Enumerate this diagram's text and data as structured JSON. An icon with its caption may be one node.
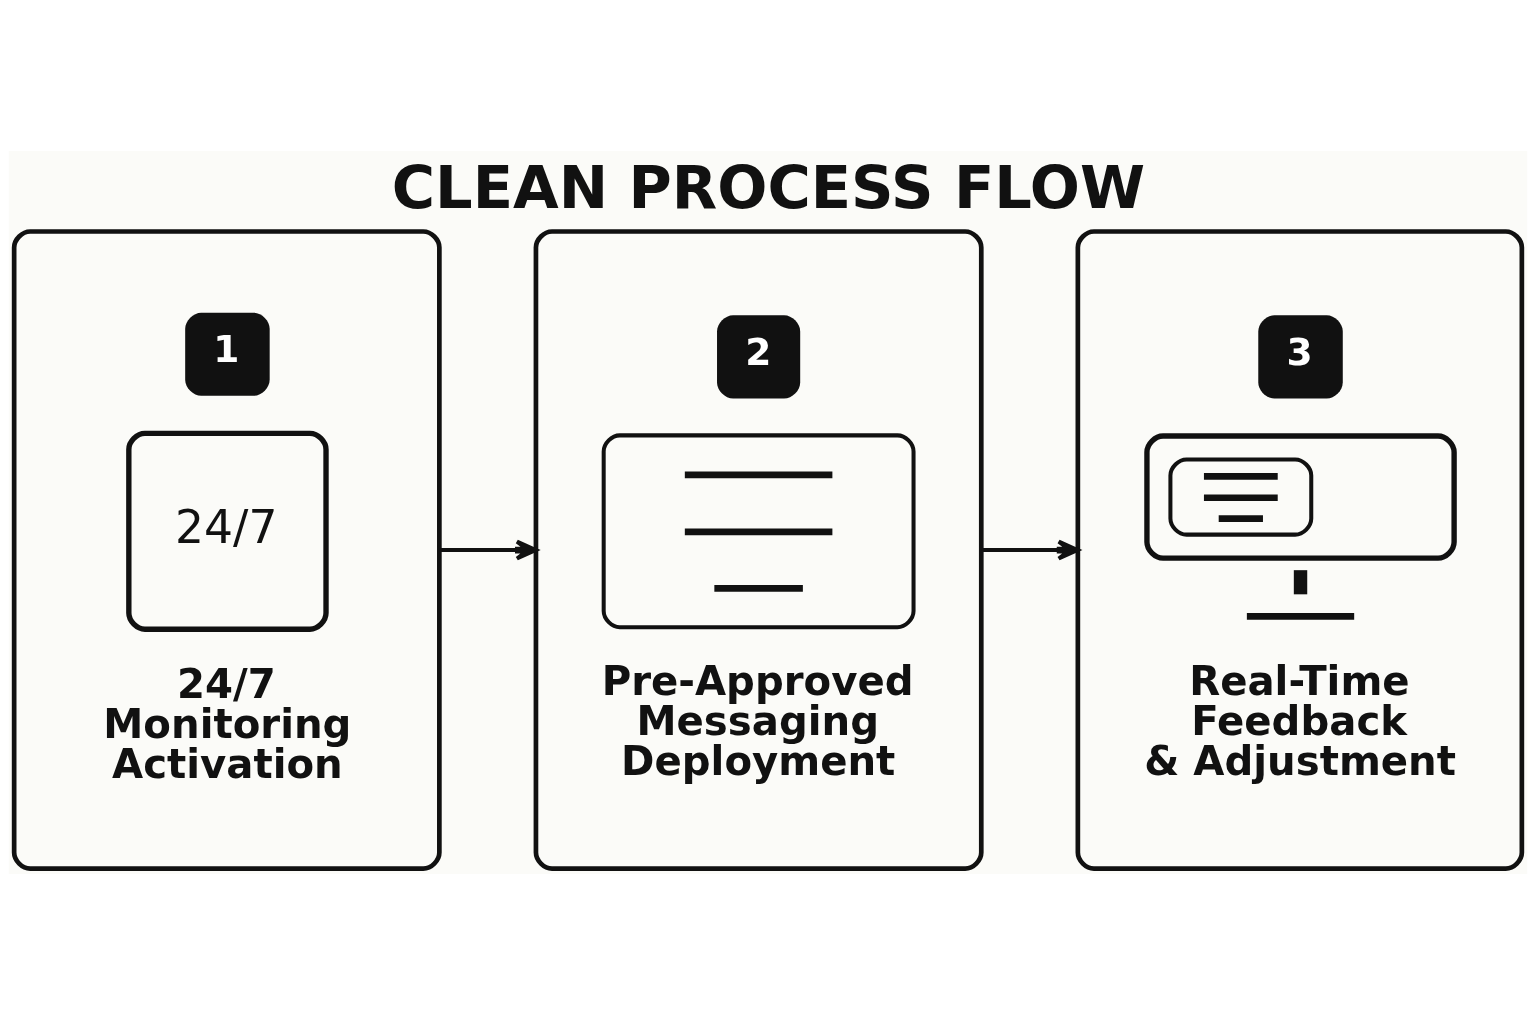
{
  "diagram": {
    "title": "CLEAN PROCESS FLOW",
    "nodes": [
      {
        "text": [
          "1",
          "24/7",
          "24/7 Monitoring Activation"
        ]
      },
      {
        "text": [
          "2",
          "Pre-Approved Messaging Deployment"
        ]
      },
      {
        "text": [
          "3",
          "Real-Time Feedback & Adjustment"
        ]
      }
    ],
    "edges": [
      {
        "from": 0,
        "to": 1,
        "arrow": "to"
      },
      {
        "from": 1,
        "to": 2,
        "arrow": "to"
      }
    ]
  }
}
